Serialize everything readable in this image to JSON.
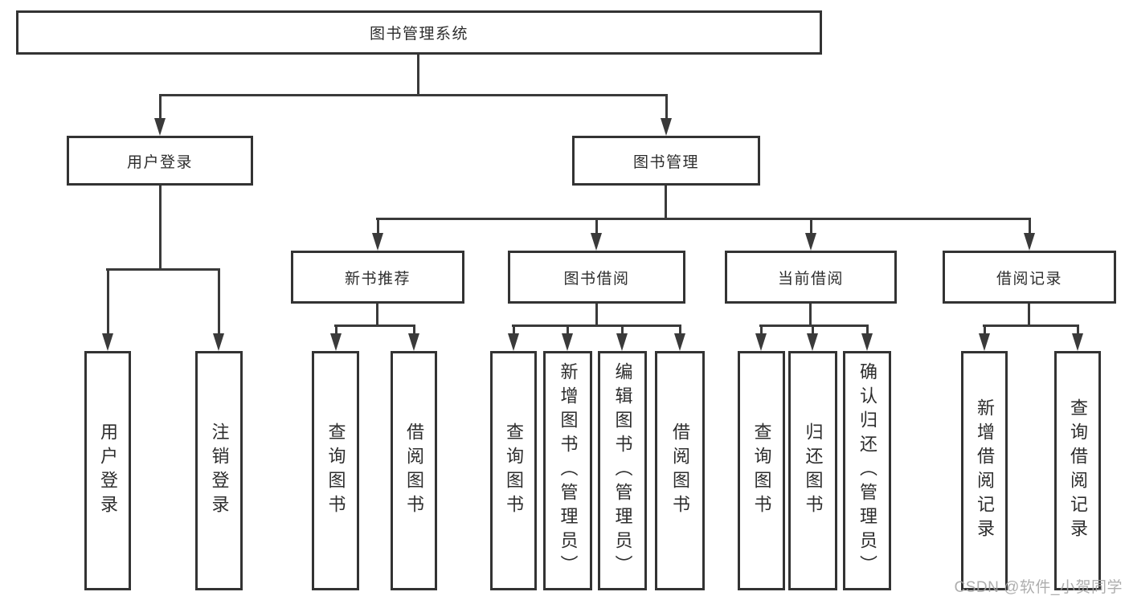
{
  "nodes": {
    "root": "图书管理系统",
    "user_login": "用户登录",
    "book_mgmt": "图书管理",
    "new_book_rec": "新书推荐",
    "book_borrow": "图书借阅",
    "current_borrow": "当前借阅",
    "borrow_record": "借阅记录",
    "login_leaf": "用户登录",
    "logout_leaf": "注销登录",
    "query_book_a": "查询图书",
    "borrow_book_a": "借阅图书",
    "query_book_b": "查询图书",
    "add_book_admin": "新增图书（管理员）",
    "edit_book_admin": "编辑图书（管理员）",
    "borrow_book_b": "借阅图书",
    "query_book_c": "查询图书",
    "return_book": "归还图书",
    "confirm_return_admin": "确认归还（管理员）",
    "add_borrow_record": "新增借阅记录",
    "query_borrow_record": "查询借阅记录"
  },
  "watermark": "CSDN @软件_小贺同学"
}
